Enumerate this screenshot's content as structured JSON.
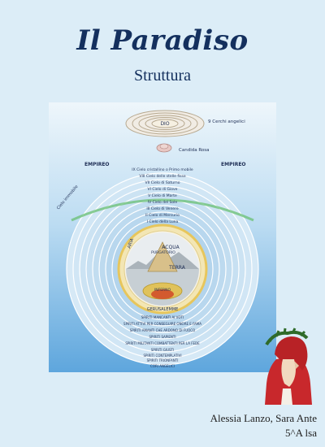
{
  "header": {
    "title": "Il Paradiso",
    "subtitle": "Struttura"
  },
  "diagram": {
    "top": {
      "god_label": "DIO",
      "angelic_label": "9 Cerchi angelici",
      "rose_label": "Candida Rosa"
    },
    "empireo_left": "EMPIREO",
    "empireo_right": "EMPIREO",
    "cielo_immobile": "Cielo immobile",
    "heavens": [
      "IX Cielo cristallino o Primo mobile",
      "VIII Cielo delle stelle fisse",
      "VII Cielo di Saturno",
      "VI Cielo di Giove",
      "V Cielo di Marte",
      "IV Cielo del Sole",
      "III Cielo di Venere",
      "II Cielo di Mercurio",
      "I Cielo della Luna"
    ],
    "center": {
      "purgatory": "PURGATORIO",
      "water": "ACQUA",
      "earth": "TERRA",
      "air": "ARIA",
      "hell": "INFERNO",
      "jerusalem": "GERUSALEMME"
    },
    "spirits": [
      "SPIRITI MANCANTI AI VOTI",
      "SPIRITI ATTIVI PER CONSEGUIRE ONORE E FAMA",
      "SPIRITI AMANTI CHE ARDONO DI FUOCO",
      "SPIRITI SAPIENTI",
      "SPIRITI MILITANTI COMBATTENTI PER LA FEDE",
      "SPIRITI GIUSTI",
      "SPIRITI CONTEMPLATIVI",
      "SPIRITI TRIONFANTI",
      "CORI ANGELICI"
    ]
  },
  "footer": {
    "authors": "Alessia Lanzo, Sara Ante",
    "class": "5^A lsa"
  }
}
